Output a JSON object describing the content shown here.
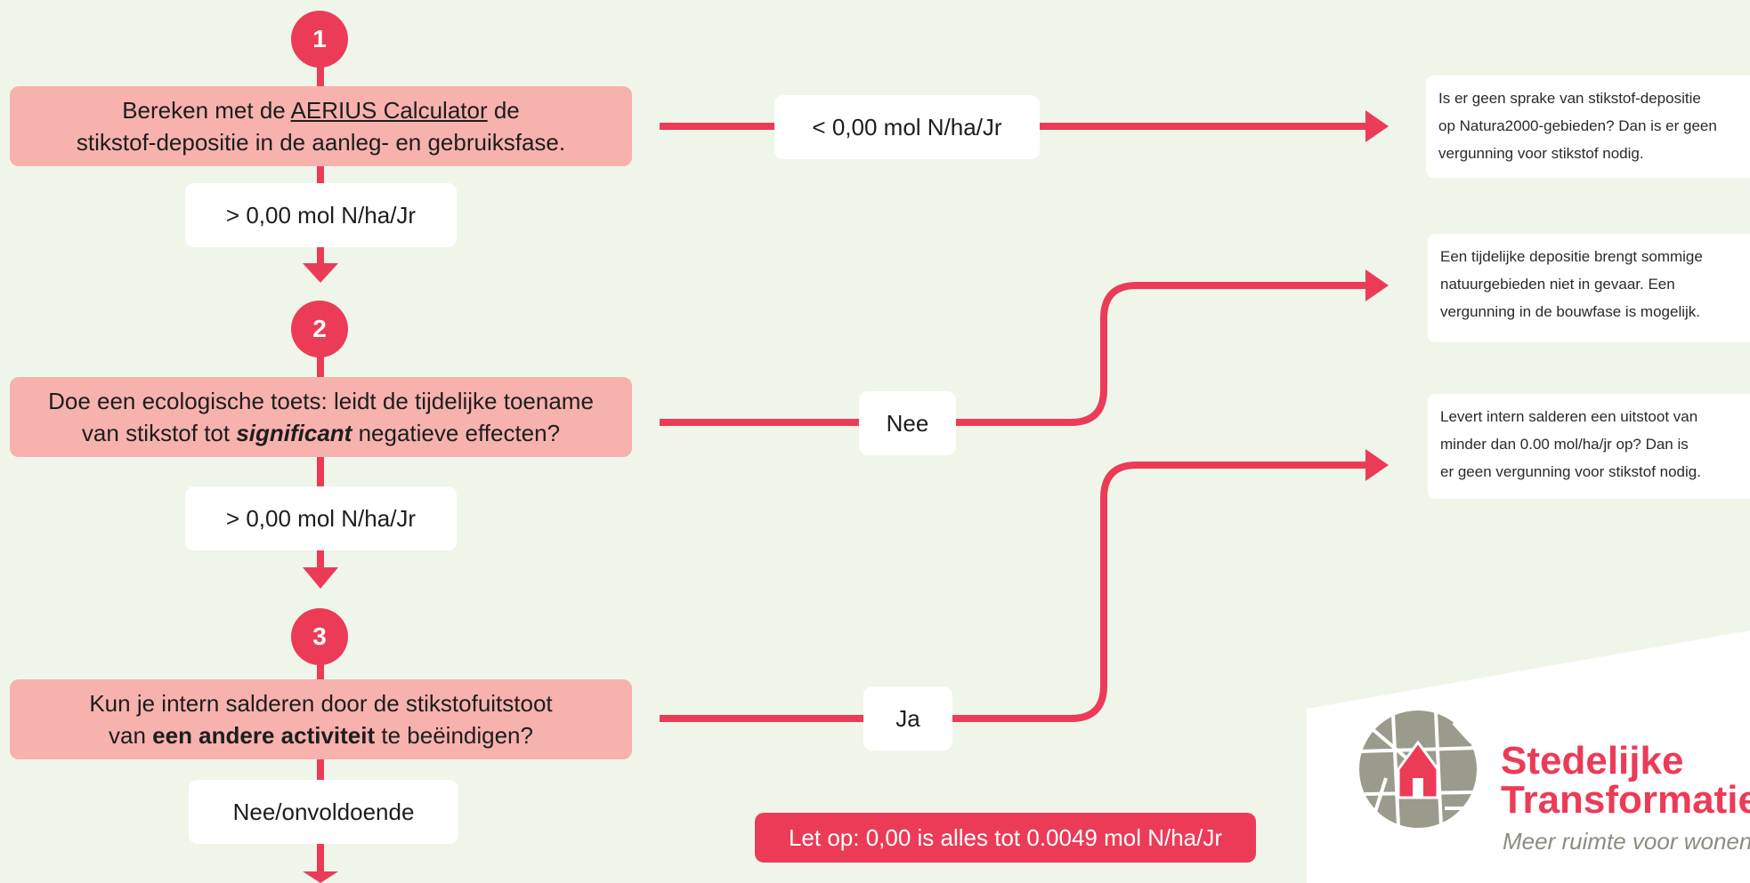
{
  "steps": [
    {
      "number": "1",
      "line1_pre": "Bereken met de ",
      "line1_link": "AERIUS Calculator",
      "line1_post": " de",
      "line2": "stikstof-depositie in de aanleg- en gebruiksfase.",
      "below_label": "> 0,00 mol N/ha/Jr"
    },
    {
      "number": "2",
      "line1": "Doe een ecologische toets: leidt de tijdelijke toename",
      "line2_pre": "van stikstof tot ",
      "line2_em": "significant",
      "line2_post": " negatieve effecten?",
      "below_label": "> 0,00 mol N/ha/Jr"
    },
    {
      "number": "3",
      "line1": "Kun je intern salderen door de stikstofuitstoot",
      "line2_pre": "van ",
      "line2_strong": "een andere activiteit",
      "line2_post": " te beëindigen?",
      "below_label": "Nee/onvoldoende"
    }
  ],
  "branches": [
    {
      "label": "< 0,00 mol N/ha/Jr"
    },
    {
      "label": "Nee"
    },
    {
      "label": "Ja"
    }
  ],
  "outcomes": [
    {
      "line1": "Is er geen sprake van stikstof-depositie",
      "line2": "op Natura2000-gebieden? Dan is er geen",
      "line3": "vergunning voor stikstof nodig."
    },
    {
      "line1": "Een tijdelijke depositie brengt sommige",
      "line2": "natuurgebieden niet in gevaar. Een",
      "line3": "vergunning in de bouwfase is mogelijk."
    },
    {
      "line1": "Levert intern salderen een uitstoot van",
      "line2": "minder dan 0.00 mol/ha/jr op? Dan is",
      "line3": "er geen vergunning voor stikstof nodig."
    }
  ],
  "warning": "Let op: 0,00 is alles tot 0.0049 mol N/ha/Jr",
  "brand": {
    "name_line1": "Stedelijke",
    "name_line2": "Transformatie",
    "tagline": "Meer ruimte voor wonen",
    "logo": "house-in-city-map-logo"
  },
  "colors": {
    "accent": "#ec3b57",
    "step_fill": "#f7b2ad",
    "background": "#f0f5ea",
    "logo_gray": "#9a9b8c"
  }
}
